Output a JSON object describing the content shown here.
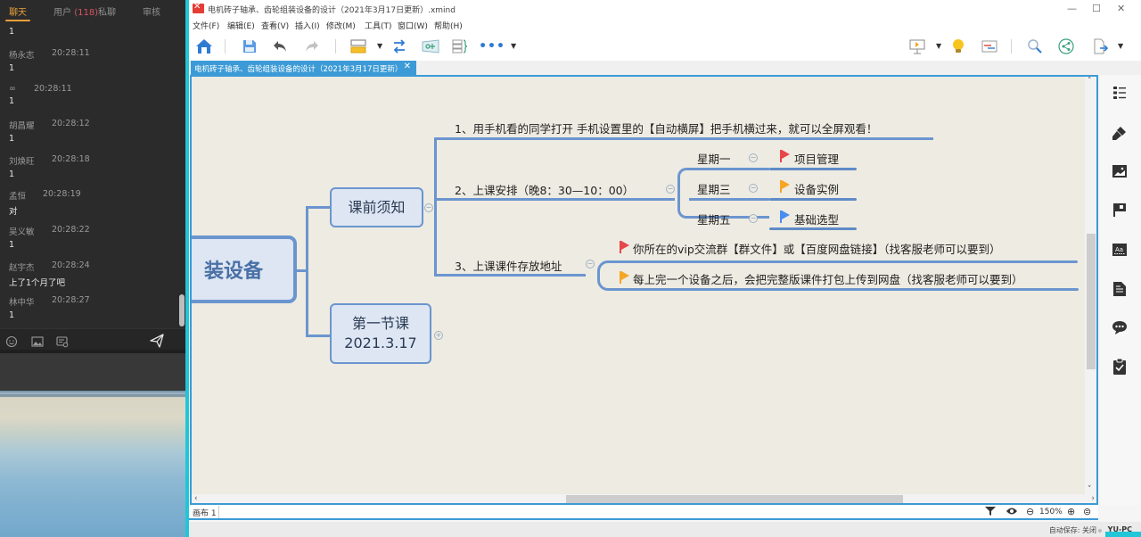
{
  "chat": {
    "tabs": [
      {
        "label": "聊天",
        "active": true
      },
      {
        "label": "用户",
        "count": "(118)"
      },
      {
        "label": "私聊"
      },
      {
        "label": "审核"
      }
    ],
    "messages": [
      {
        "name": "",
        "time": "",
        "body": "1"
      },
      {
        "name": "杨永志",
        "time": "20:28:11",
        "body": "1"
      },
      {
        "name": "∞",
        "time": "20:28:11",
        "body": "1"
      },
      {
        "name": "胡昌耀",
        "time": "20:28:12",
        "body": "1"
      },
      {
        "name": "刘焕旺",
        "time": "20:28:18",
        "body": "1"
      },
      {
        "name": "孟恒",
        "time": "20:28:19",
        "body": "对"
      },
      {
        "name": "吴义敏",
        "time": "20:28:22",
        "body": "1"
      },
      {
        "name": "赵宇杰",
        "time": "20:28:24",
        "body": "上了1个月了吧"
      },
      {
        "name": "林中华",
        "time": "20:28:27",
        "body": "1"
      }
    ],
    "toolbar_icons": [
      "emoji-icon",
      "image-icon",
      "screenshot-icon",
      "send-icon"
    ]
  },
  "window": {
    "title": "电机砖子轴承、齿轮组装设备的设计（2021年3月17日更新）.xmind",
    "controls": {
      "minimize": "—",
      "maximize": "☐",
      "close": "✕"
    }
  },
  "menu": [
    "文件(F)",
    "编辑(E)",
    "查看(V)",
    "插入(I)",
    "修改(M)",
    "工具(T)",
    "窗口(W)",
    "帮助(H)"
  ],
  "doc_tab": {
    "label": "电机砖子轴承、齿轮组装设备的设计（2021年3月17日更新）",
    "close": "✕"
  },
  "mindmap": {
    "central": "装设备",
    "main_topics": [
      {
        "label": "课前须知",
        "children": [
          {
            "label": "1、用手机看的同学打开 手机设置里的【自动横屏】把手机横过来，就可以全屏观看！"
          },
          {
            "label": "2、上课安排（晚8：30—10：00）",
            "children": [
              {
                "label": "星期一",
                "child": {
                  "label": "项目管理",
                  "flag": "red"
                }
              },
              {
                "label": "星期三",
                "child": {
                  "label": "设备实例",
                  "flag": "orange"
                }
              },
              {
                "label": "星期五",
                "child": {
                  "label": "基础选型",
                  "flag": "blue"
                }
              }
            ]
          },
          {
            "label": "3、上课课件存放地址",
            "children": [
              {
                "label": "你所在的vip交流群【群文件】或【百度网盘链接】（找客服老师可以要到）",
                "flag": "red"
              },
              {
                "label": "每上完一个设备之后，会把完整版课件打包上传到网盘（找客服老师可以要到）",
                "flag": "orange"
              }
            ]
          }
        ]
      },
      {
        "label_line1": "第一节课",
        "label_line2": "2021.3.17"
      }
    ],
    "colors": {
      "line": "#6b95cf",
      "node_fill": "#dde6f2",
      "flag_red": "#e8454a",
      "flag_orange": "#f5a623",
      "flag_blue": "#4a8df0",
      "canvas": "#eeebe2"
    }
  },
  "bottom": {
    "sheet": "画布 1",
    "zoom": "150%",
    "autosave": "自动保存: 关闭",
    "pc": "YU-PC"
  },
  "accent": "#3c9bd6"
}
